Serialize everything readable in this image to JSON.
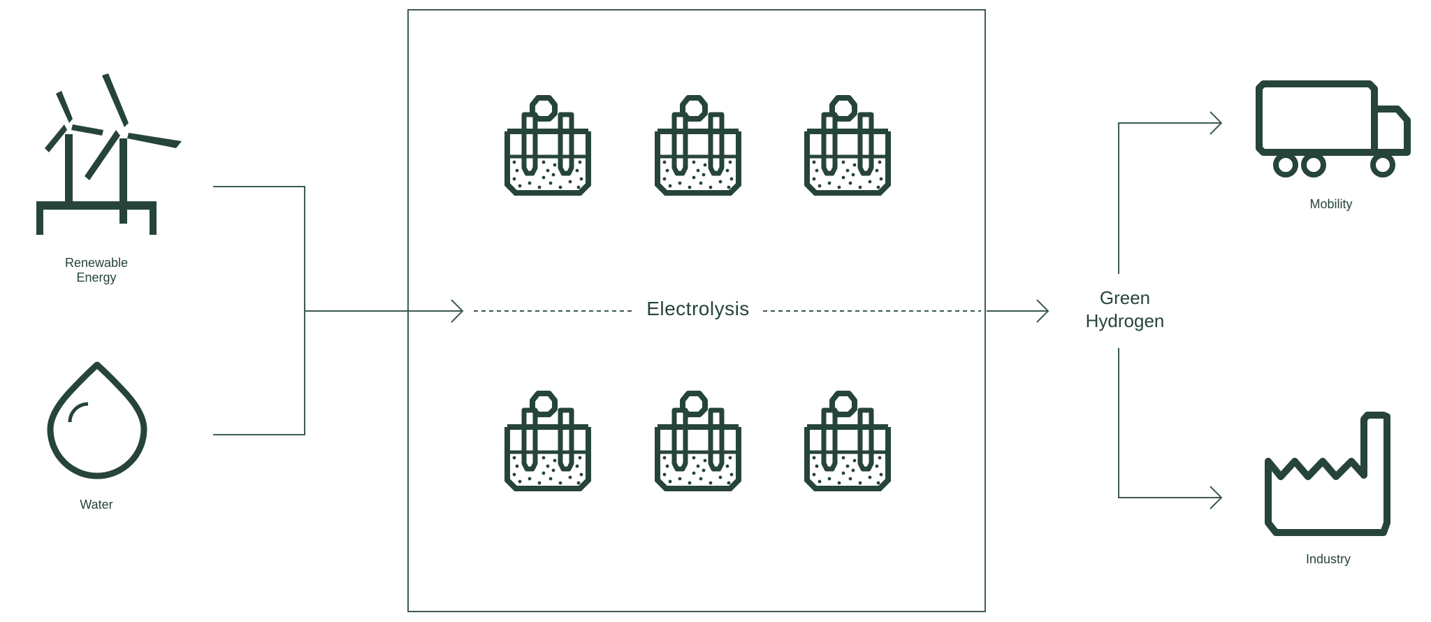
{
  "colors": {
    "ink": "#26443a",
    "line": "#3a5a50",
    "background": "#ffffff"
  },
  "inputs": {
    "renewable_energy": {
      "label_line1": "Renewable",
      "label_line2": "Energy",
      "icon": "wind-turbine-icon"
    },
    "water": {
      "label": "Water",
      "icon": "water-drop-icon"
    }
  },
  "process": {
    "label": "Electrolysis",
    "cell_icon": "electrolysis-cell-icon",
    "cell_count": 6
  },
  "product": {
    "label_line1": "Green",
    "label_line2": "Hydrogen"
  },
  "outputs": {
    "mobility": {
      "label": "Mobility",
      "icon": "truck-icon"
    },
    "industry": {
      "label": "Industry",
      "icon": "factory-icon"
    }
  }
}
